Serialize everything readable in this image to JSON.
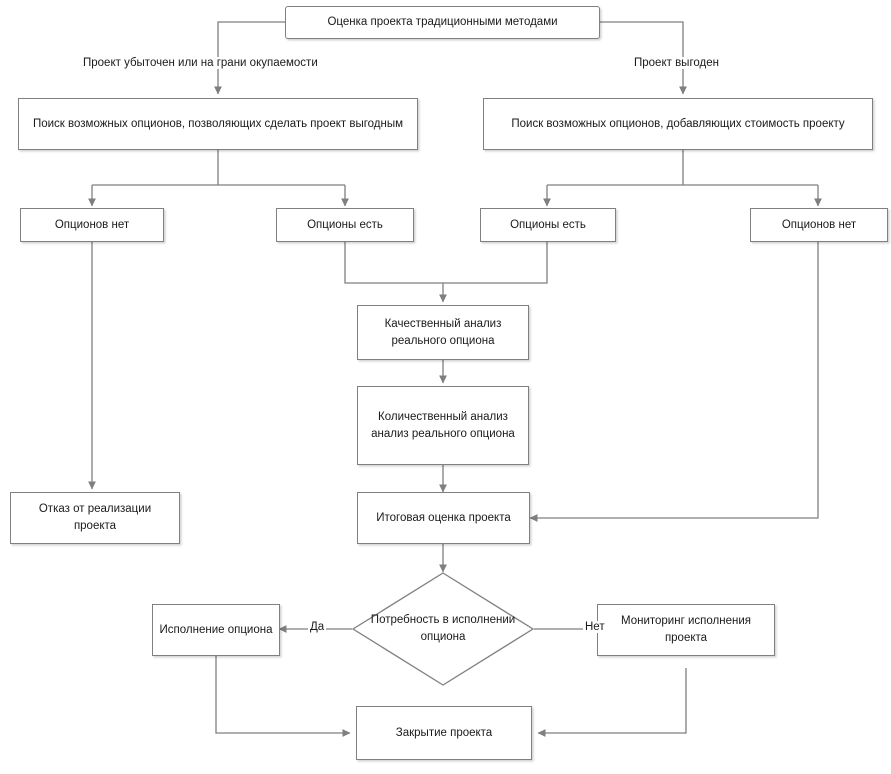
{
  "diagram": {
    "title": "Оценка проекта традиционными методами",
    "nodes": {
      "start": "Оценка проекта традиционными методами",
      "search_left": "Поиск возможных опционов, позволяющих сделать проект выгодным",
      "search_right": "Поиск возможных опционов, добавляющих стоимость проекту",
      "no_options_left": "Опционов нет",
      "has_options_left": "Опционы есть",
      "has_options_right": "Опционы есть",
      "no_options_right": "Опционов нет",
      "qualitative": "Качественный анализ реального опциона",
      "quantitative": "Количественный анализ анализ реального опциона",
      "reject": "Отказ от реализации проекта",
      "final_eval": "Итоговая оценка проекта",
      "decision": "Потребность в исполнении опциона",
      "execute_option": "Исполнение опциона",
      "monitoring": "Мониторинг исполнения проекта",
      "close_project": "Закрытие проекта"
    },
    "edge_labels": {
      "branch_left": "Проект убыточен или на грани окупаемости",
      "branch_right": "Проект выгоден",
      "yes": "Да",
      "no": "Нет"
    },
    "colors": {
      "border": "#808080",
      "connector": "#7f7f7f",
      "text": "#1a1a1a",
      "background": "#ffffff"
    }
  }
}
